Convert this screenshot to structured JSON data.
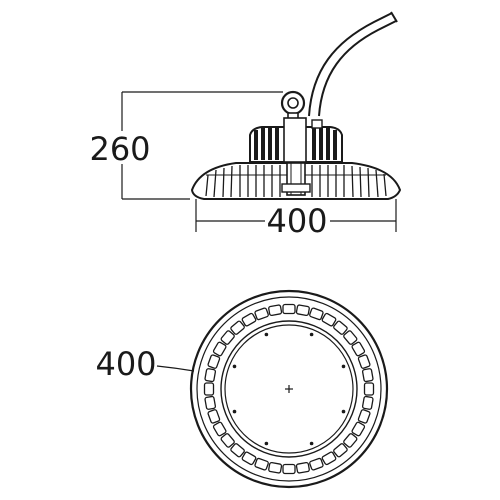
{
  "side_view": {
    "height_label": "260",
    "width_label": "400"
  },
  "bottom_view": {
    "diameter_label": "400"
  },
  "colors": {
    "line": "#1a1a1a",
    "background": "#ffffff"
  }
}
